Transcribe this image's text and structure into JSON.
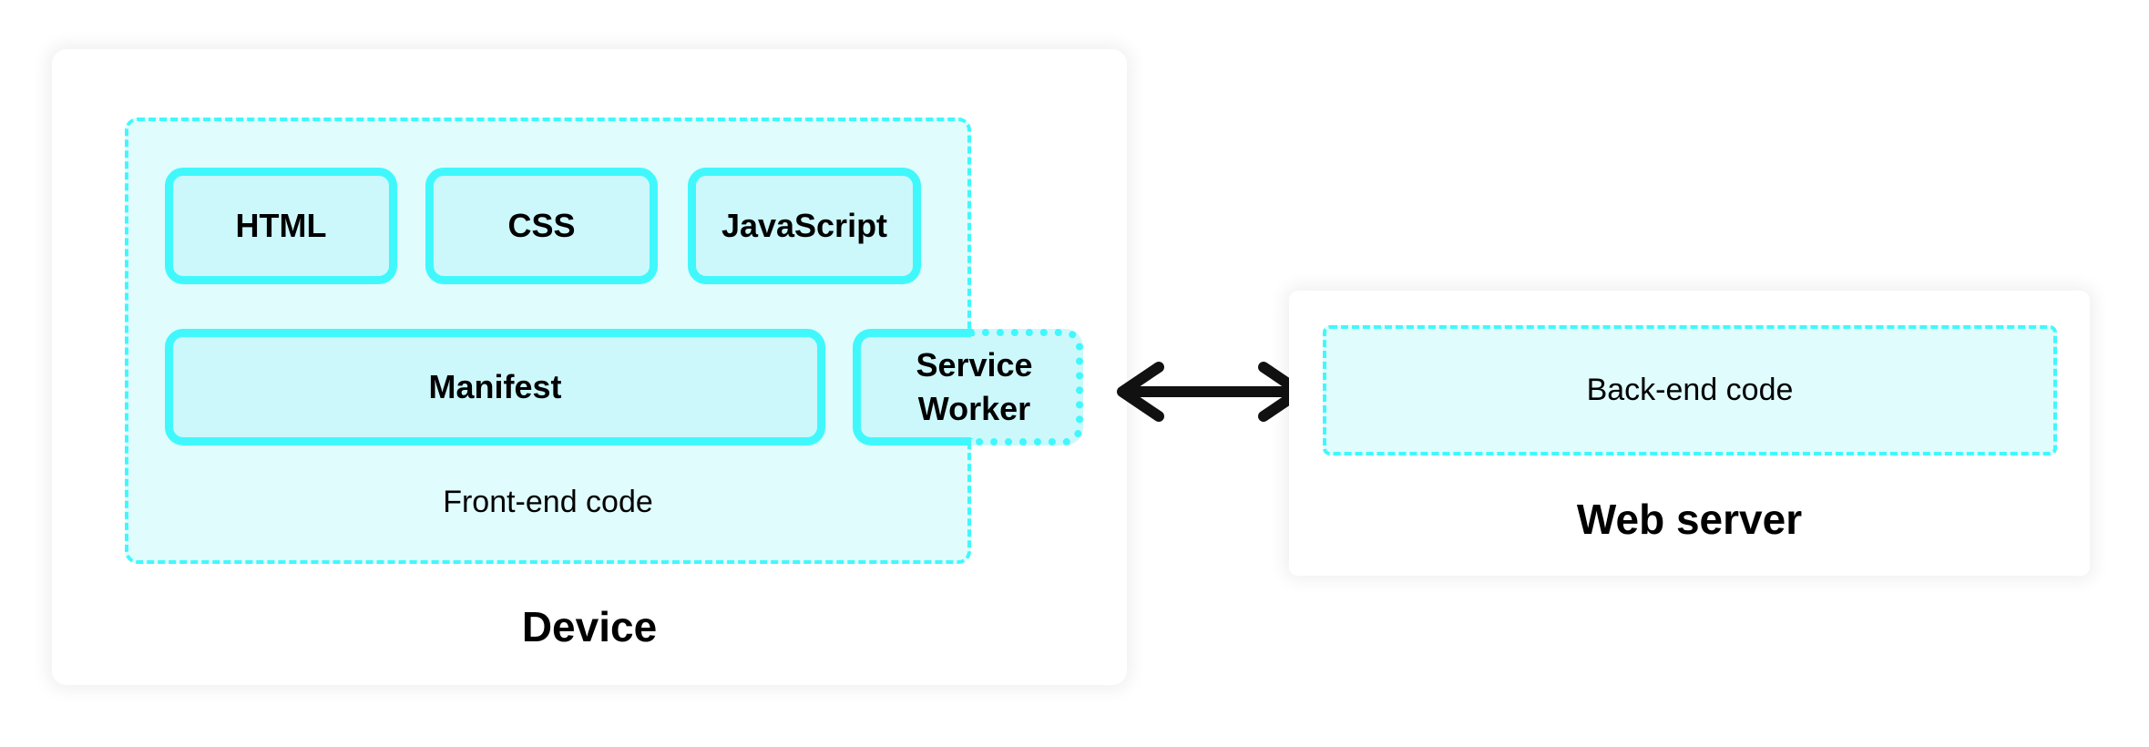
{
  "device": {
    "title": "Device",
    "frontend": {
      "label": "Front-end code",
      "blocks": [
        "HTML",
        "CSS",
        "JavaScript",
        "Manifest"
      ],
      "service_worker": {
        "line1": "Service",
        "line2": "Worker"
      }
    }
  },
  "connection": {
    "icon": "double-arrow-icon"
  },
  "web_server": {
    "title": "Web server",
    "backend": {
      "label": "Back-end code"
    }
  },
  "colors": {
    "accent_border": "#40F8FC",
    "block_fill": "#CCF8FC",
    "region_fill": "#E0FCFD",
    "arrow": "#111111"
  }
}
